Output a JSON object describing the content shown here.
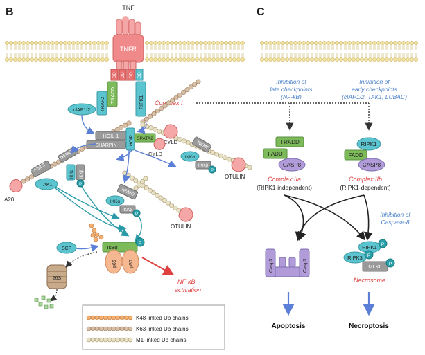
{
  "panels": {
    "left_letter": "B",
    "right_letter": "C"
  },
  "complex_i": {
    "tnf": "TNF",
    "tnfr": "TNFR",
    "dd": "DD",
    "tradd": "TRADD",
    "traf2": "TRAF2",
    "ciap": "cIAP1/2",
    "ripk1": "RIPK1",
    "label": "Complex I",
    "hoil": "HOIL-1",
    "sharpin": "SHARPIN",
    "hoip": "HOIP",
    "spata2": "SPATA2",
    "cyld": "CYLD",
    "nemo": "NEMO",
    "ikka": "IKKα",
    "ikkb": "IKKβ",
    "p": "P",
    "tab": "TAB2/3",
    "tak1": "TAK1",
    "a20": "A20",
    "otulin": "OTULIN"
  },
  "nfkb": {
    "scf": "SCF",
    "ikba": "IκBα",
    "p65": "p65",
    "p50": "p50",
    "proteasome": "26S",
    "activation_line1": "NF-kB",
    "activation_line2": "activation"
  },
  "legend": {
    "k48": "K48-linked Ub chains",
    "k63": "K63-linked Ub chains",
    "m1": "M1-linked Ub chains"
  },
  "cell_death": {
    "late_line1": "Inhibition of",
    "late_line2": "late checkpoints",
    "late_line3": "(NF-kB)",
    "early_line1": "Inhibition of",
    "early_line2": "early checkpoints",
    "early_line3": "(cIAP1/2, TAK1, LUBAC)",
    "fadd": "FADD",
    "casp8": "CASP8",
    "complex_2a": "Complex IIa",
    "ripk1_indep": "(RIPK1-independent)",
    "complex_2b": "Complex IIb",
    "ripk1_dep": "(RIPK1-dependent)",
    "casp8_inhib_line1": "Inhibition of",
    "casp8_inhib_line2": "Caspase-8",
    "casp3": "Casp3",
    "ripk3": "RIPK3",
    "mlkl": "MLKL",
    "necrosome": "Necrosome",
    "apoptosis": "Apoptosis",
    "necroptosis": "Necroptosis"
  },
  "colors": {
    "teal": "#5bc4cf",
    "gray": "#9a9a9a",
    "green": "#7cba5a",
    "purple": "#b19cd9",
    "pink": "#f5a6a6",
    "red_label": "#e04040",
    "blue_label": "#4a80c8",
    "blue_arrow": "#5b7fd6",
    "teal_arrow": "#2a9aa8"
  }
}
